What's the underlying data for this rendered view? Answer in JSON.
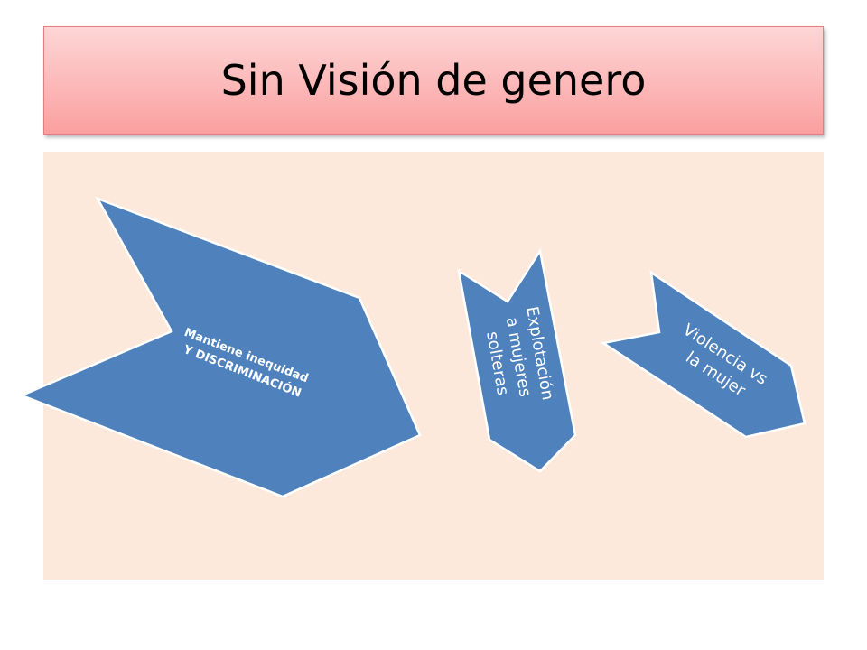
{
  "slide": {
    "title": "Sin Visión de genero",
    "title_color": "#000000",
    "panel_color": "#fce9dc",
    "shape_fill": "#4f81bd",
    "shape_stroke": "#ffffff"
  },
  "shapes": [
    {
      "id": "big-chevron",
      "lines": [
        "Mantiene  inequidad",
        "Y DISCRIMINACIÓN"
      ],
      "text_color": "#ffffff",
      "bold": true
    },
    {
      "id": "middle-chevron",
      "lines": [
        "Explotación",
        "a mujeres",
        "solteras"
      ],
      "text_color": "#ffffff",
      "bold": false
    },
    {
      "id": "right-chevron",
      "lines": [
        "Violencia vs",
        "la mujer"
      ],
      "text_color": "#ffffff",
      "bold": false
    }
  ]
}
